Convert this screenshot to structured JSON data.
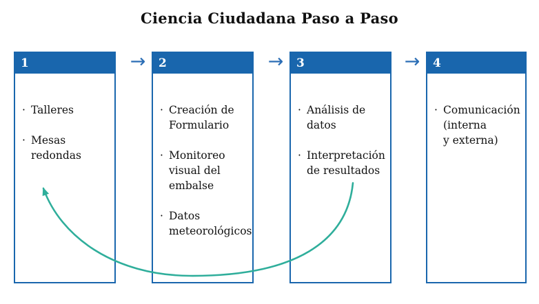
{
  "title": "Ciencia Ciudadana Paso a Paso",
  "connector": "→",
  "colors": {
    "brand_blue": "#1966ad",
    "flow_arrow": "#2a6db5",
    "feedback_arrow": "#2fae9b"
  },
  "steps": [
    {
      "number": "1",
      "items": [
        "Talleres",
        "Mesas\nredondas"
      ]
    },
    {
      "number": "2",
      "items": [
        "Creación de\nFormulario",
        "Monitoreo\nvisual del\nembalse",
        "Datos\nmeteorológicos"
      ]
    },
    {
      "number": "3",
      "items": [
        "Análisis de\ndatos",
        "Interpretación\nde resultados"
      ]
    },
    {
      "number": "4",
      "items": [
        "Comunicación\n(interna\ny externa)"
      ]
    }
  ]
}
